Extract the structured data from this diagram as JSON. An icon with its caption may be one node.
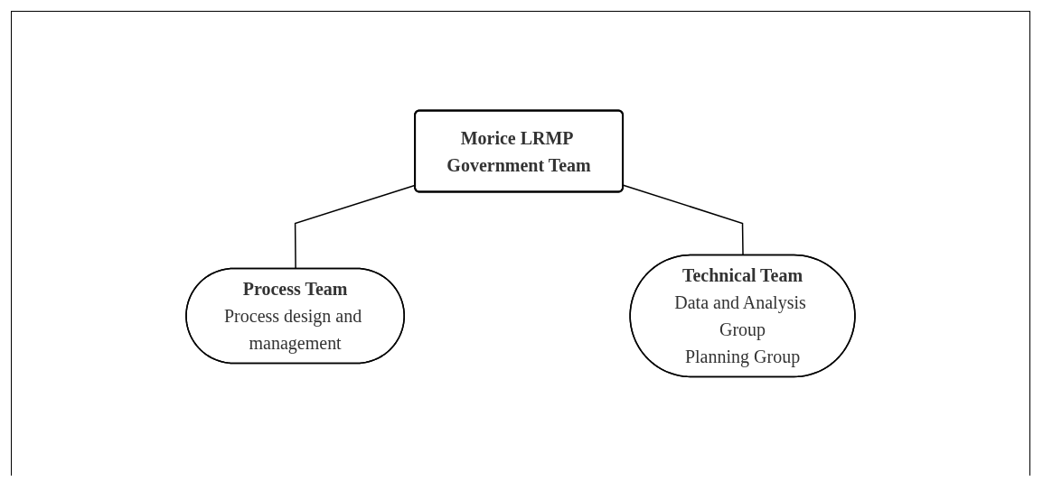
{
  "diagram": {
    "nodes": [
      {
        "text": [
          "Morice LRMP Government Team"
        ]
      },
      {
        "text": [
          "Process Team",
          "Process design and management"
        ]
      },
      {
        "text": [
          "Technical Team",
          "Data and Analysis Group",
          "Planning Group"
        ]
      }
    ],
    "edges": [
      {
        "from": 0,
        "to": 1,
        "arrow": "none"
      },
      {
        "from": 0,
        "to": 2,
        "arrow": "none"
      }
    ]
  }
}
